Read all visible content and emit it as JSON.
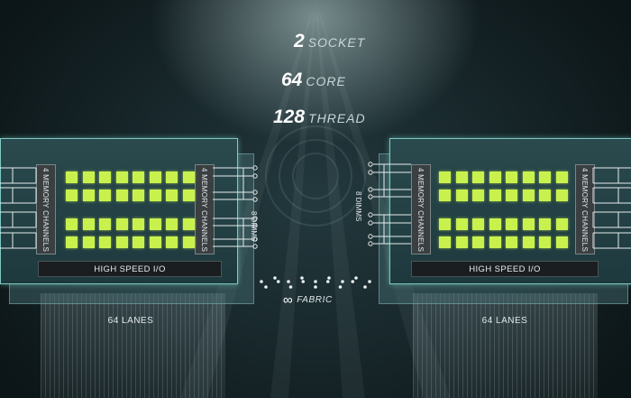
{
  "stats": [
    {
      "num": "2",
      "unit": "SOCKET"
    },
    {
      "num": "64",
      "unit": "CORE"
    },
    {
      "num": "128",
      "unit": "THREAD"
    }
  ],
  "left_cpu": {
    "memory_channels_left": "4 MEMORY CHANNELS",
    "memory_channels_right": "4 MEMORY CHANNELS",
    "high_speed_io": "HIGH SPEED I/O",
    "lanes": "64 LANES",
    "dimms": "8 DIMMS"
  },
  "right_cpu": {
    "memory_channels_left": "4 MEMORY CHANNELS",
    "memory_channels_right": "4 MEMORY CHANNELS",
    "high_speed_io": "HIGH SPEED I/O",
    "lanes": "64 LANES",
    "dimms": "8 DIMMS"
  },
  "fabric": {
    "icon": "infinity-icon",
    "label": "FABRIC"
  },
  "colors": {
    "core": "#c9f14e",
    "package_border": "#7fc9c4",
    "background": "#16262a"
  }
}
